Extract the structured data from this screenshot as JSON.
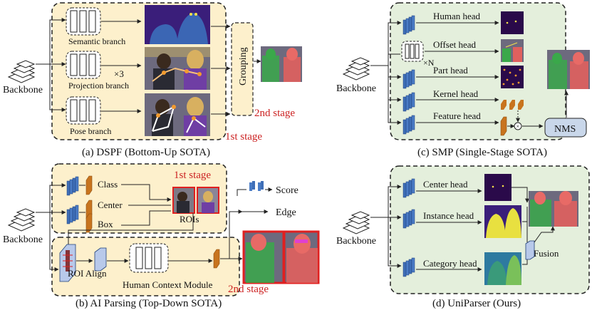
{
  "colors": {
    "panel_yellow": "#fdf0cc",
    "panel_green": "#e4efdc",
    "stage_red": "#cc2222",
    "layer_blue": "#3f6fb8",
    "head_orange": "#c8741e",
    "roi_border": "#e02020",
    "nms_fill": "#c9d7ea",
    "map_dark": "#2a0a4a"
  },
  "panel_a": {
    "caption": "(a) DSPF (Bottom-Up SOTA)",
    "backbone": "Backbone",
    "branch_semantic": "Semantic branch",
    "branch_projection": "Projection branch",
    "branch_pose": "Pose branch",
    "times3": "×3",
    "grouping": "Grouping",
    "stage1": "1st stage",
    "stage2": "2nd stage"
  },
  "panel_b": {
    "caption": "(b) AI Parsing (Top-Down SOTA)",
    "backbone": "Backbone",
    "class": "Class",
    "center": "Center",
    "box": "Box",
    "rois": "ROIs",
    "stage1": "1st stage",
    "stage2": "2nd stage",
    "roi_align": "ROI Align",
    "hcm": "Human Context Module",
    "score": "Score",
    "edge": "Edge"
  },
  "panel_c": {
    "caption": "(c) SMP (Single-Stage SOTA)",
    "backbone": "Backbone",
    "human_head": "Human head",
    "offset_head": "Offset head",
    "timesN": "×N",
    "part_head": "Part head",
    "kernel_head": "Kernel head",
    "feature_head": "Feature head",
    "nms": "NMS"
  },
  "panel_d": {
    "caption": "(d) UniParser (Ours)",
    "backbone": "Backbone",
    "center_head": "Center head",
    "instance_head": "Instance head",
    "category_head": "Category head",
    "fusion": "Fusion"
  }
}
